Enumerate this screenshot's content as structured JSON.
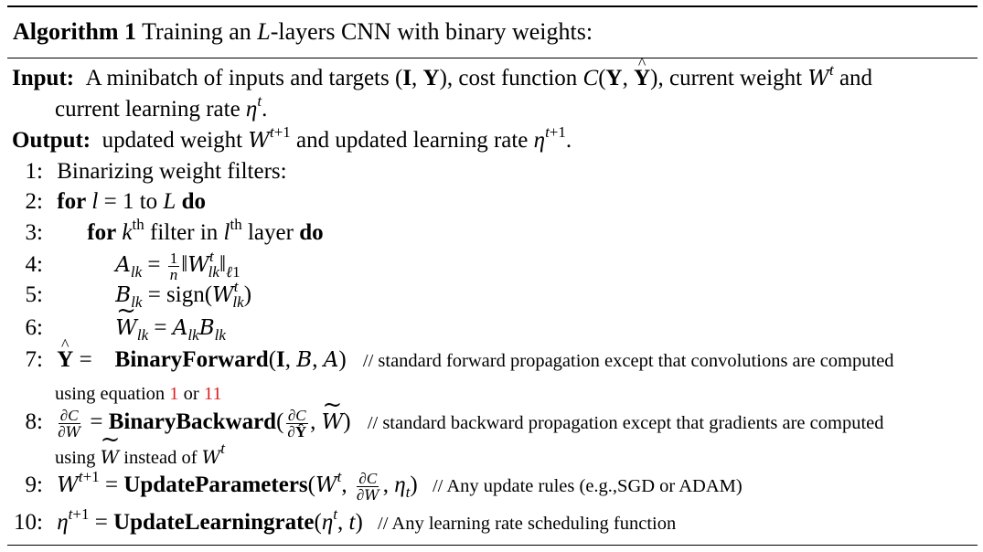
{
  "caption": {
    "label": "Algorithm 1",
    "text": "Training an L-layers CNN with binary weights:"
  },
  "input": {
    "label": "Input:",
    "text1": "A minibatch of inputs and targets (I, Y), cost function C(Y, Ŷ), current weight W^t and",
    "text2": "current learning rate η^t."
  },
  "output": {
    "label": "Output:",
    "text": "updated weight W^{t+1} and updated learning rate η^{t+1}."
  },
  "steps": [
    {
      "num": "1:",
      "text": "Binarizing weight filters:"
    },
    {
      "num": "2:",
      "text": "for l = 1 to L do"
    },
    {
      "num": "3:",
      "text": "for k^th filter in l^th layer do"
    },
    {
      "num": "4:",
      "text": "A_lk = 1/n ||W^t_lk||_ℓ1"
    },
    {
      "num": "5:",
      "text": "B_lk = sign(W^t_lk)"
    },
    {
      "num": "6:",
      "text": "W̃_lk = A_lk B_lk"
    },
    {
      "num": "7:",
      "text": "Ŷ = BinaryForward(I, B, A)",
      "comment": "// standard forward propagation except that convolutions are computed",
      "comment2": "using equation 1 or 11"
    },
    {
      "num": "8:",
      "text": "∂C/∂W̃ = BinaryBackward(∂C/∂Ŷ, W̃)",
      "comment": "// standard backward propagation except that gradients are computed",
      "comment2": "using W̃ instead of W^t"
    },
    {
      "num": "9:",
      "text": "W^{t+1} = UpdateParameters(W^t, ∂C/∂W̃, η_t)",
      "comment": "// Any update rules (e.g.,SGD or ADAM)"
    },
    {
      "num": "10:",
      "text": "η^{t+1} = UpdateLearningrate(η^t, t)",
      "comment": "// Any learning rate scheduling function"
    }
  ],
  "refs": {
    "eq1": "1",
    "eq11": "11",
    "ref_color": "#e02020"
  }
}
